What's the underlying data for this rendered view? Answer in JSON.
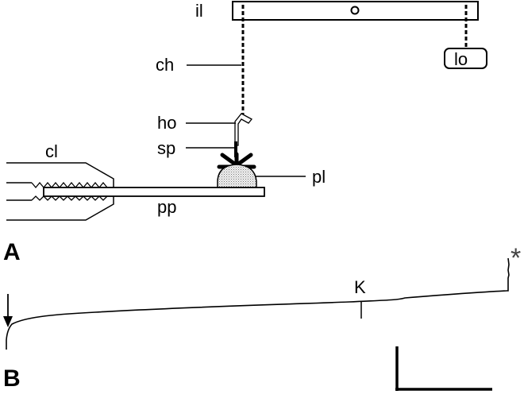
{
  "panel_a": {
    "letter": "A",
    "labels": {
      "il": "il",
      "ch": "ch",
      "ho": "ho",
      "sp": "sp",
      "cl": "cl",
      "pl": "pl",
      "pp": "pp",
      "lo": "lo"
    }
  },
  "panel_b": {
    "letter": "B",
    "trace_marker": "K",
    "end_marker": "*"
  },
  "colors": {
    "stroke": "#000000",
    "stipple": "#aaaaaa"
  }
}
